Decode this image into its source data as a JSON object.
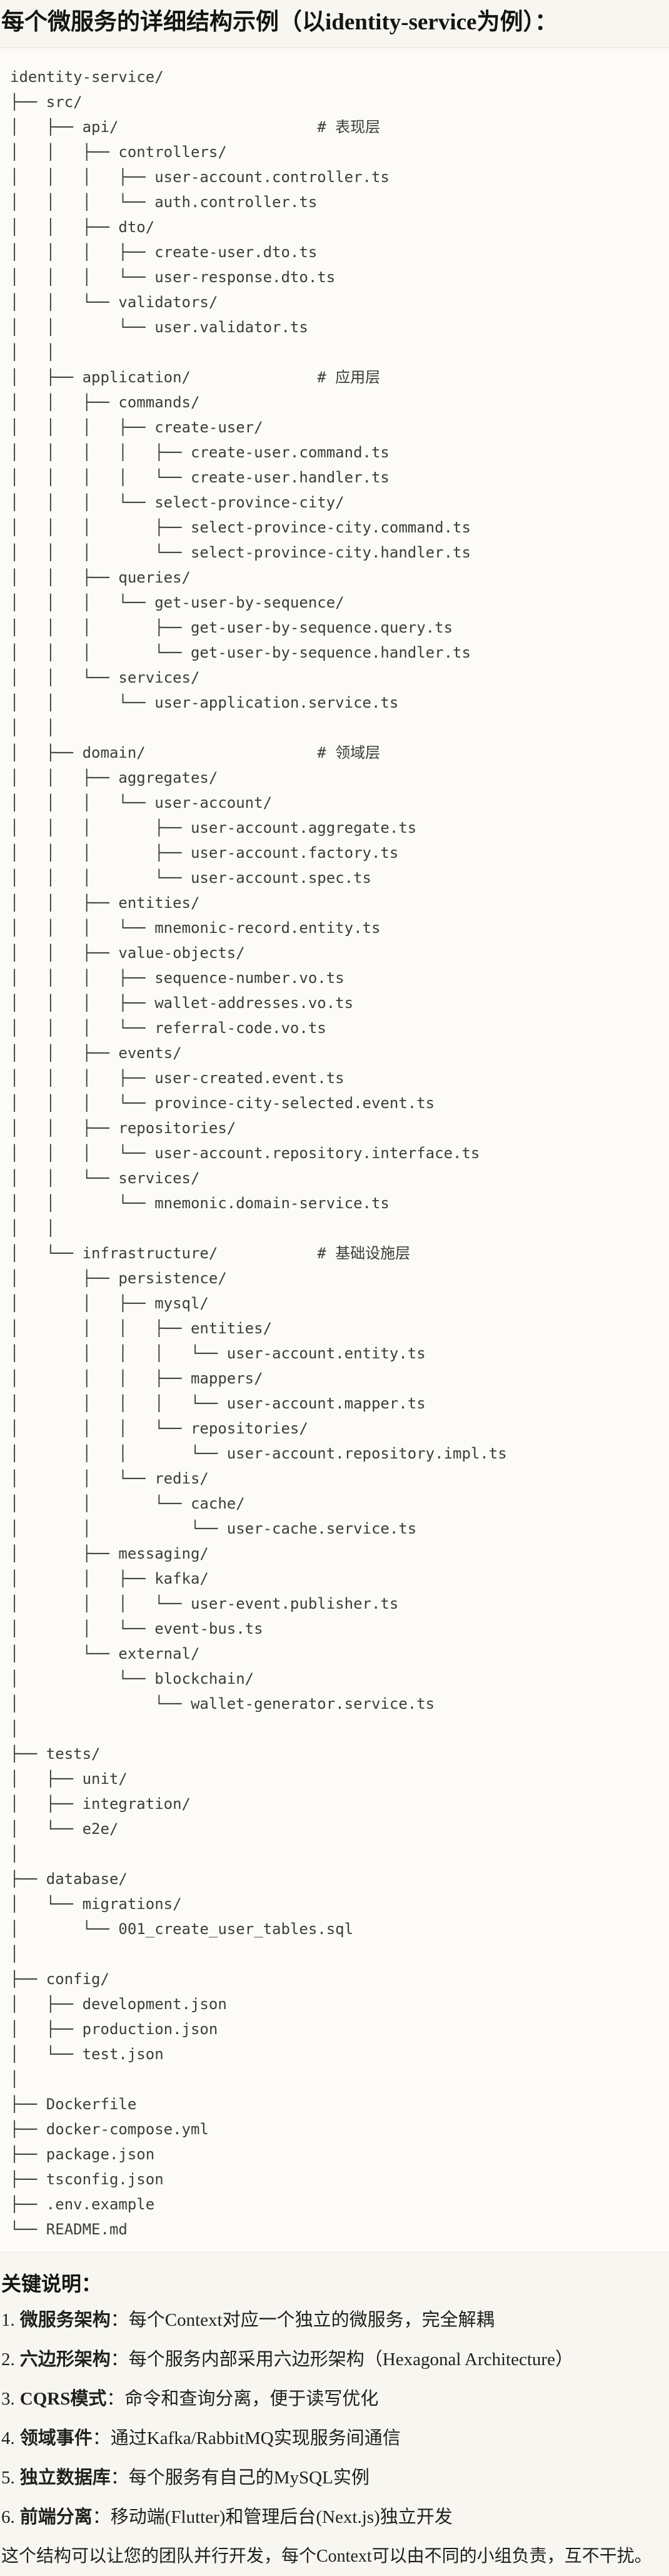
{
  "page": {
    "title": "每个微服务的详细结构示例（以identity-service为例）：",
    "colors": {
      "page_background": "#F7F6F0",
      "code_background": "#FCFBF7",
      "code_border": "#E8E6DE",
      "heading_text": "#151410",
      "body_text": "#21201C",
      "code_text": "#3D3C37"
    }
  },
  "code_block": {
    "root": "identity-service/",
    "layer_comments": [
      "# 表现层",
      "# 应用层",
      "# 领域层",
      "# 基础设施层"
    ],
    "lines": [
      "identity-service/",
      "├── src/",
      "│   ├── api/                      # 表现层",
      "│   │   ├── controllers/",
      "│   │   │   ├── user-account.controller.ts",
      "│   │   │   └── auth.controller.ts",
      "│   │   ├── dto/",
      "│   │   │   ├── create-user.dto.ts",
      "│   │   │   └── user-response.dto.ts",
      "│   │   └── validators/",
      "│   │       └── user.validator.ts",
      "│   │",
      "│   ├── application/              # 应用层",
      "│   │   ├── commands/",
      "│   │   │   ├── create-user/",
      "│   │   │   │   ├── create-user.command.ts",
      "│   │   │   │   └── create-user.handler.ts",
      "│   │   │   └── select-province-city/",
      "│   │   │       ├── select-province-city.command.ts",
      "│   │   │       └── select-province-city.handler.ts",
      "│   │   ├── queries/",
      "│   │   │   └── get-user-by-sequence/",
      "│   │   │       ├── get-user-by-sequence.query.ts",
      "│   │   │       └── get-user-by-sequence.handler.ts",
      "│   │   └── services/",
      "│   │       └── user-application.service.ts",
      "│   │",
      "│   ├── domain/                   # 领域层",
      "│   │   ├── aggregates/",
      "│   │   │   └── user-account/",
      "│   │   │       ├── user-account.aggregate.ts",
      "│   │   │       ├── user-account.factory.ts",
      "│   │   │       └── user-account.spec.ts",
      "│   │   ├── entities/",
      "│   │   │   └── mnemonic-record.entity.ts",
      "│   │   ├── value-objects/",
      "│   │   │   ├── sequence-number.vo.ts",
      "│   │   │   ├── wallet-addresses.vo.ts",
      "│   │   │   └── referral-code.vo.ts",
      "│   │   ├── events/",
      "│   │   │   ├── user-created.event.ts",
      "│   │   │   └── province-city-selected.event.ts",
      "│   │   ├── repositories/",
      "│   │   │   └── user-account.repository.interface.ts",
      "│   │   └── services/",
      "│   │       └── mnemonic.domain-service.ts",
      "│   │",
      "│   └── infrastructure/           # 基础设施层",
      "│       ├── persistence/",
      "│       │   ├── mysql/",
      "│       │   │   ├── entities/",
      "│       │   │   │   └── user-account.entity.ts",
      "│       │   │   ├── mappers/",
      "│       │   │   │   └── user-account.mapper.ts",
      "│       │   │   └── repositories/",
      "│       │   │       └── user-account.repository.impl.ts",
      "│       │   └── redis/",
      "│       │       └── cache/",
      "│       │           └── user-cache.service.ts",
      "│       ├── messaging/",
      "│       │   ├── kafka/",
      "│       │   │   └── user-event.publisher.ts",
      "│       │   └── event-bus.ts",
      "│       └── external/",
      "│           └── blockchain/",
      "│               └── wallet-generator.service.ts",
      "│",
      "├── tests/",
      "│   ├── unit/",
      "│   ├── integration/",
      "│   └── e2e/",
      "│",
      "├── database/",
      "│   └── migrations/",
      "│       └── 001_create_user_tables.sql",
      "│",
      "├── config/",
      "│   ├── development.json",
      "│   ├── production.json",
      "│   └── test.json",
      "│",
      "├── Dockerfile",
      "├── docker-compose.yml",
      "├── package.json",
      "├── tsconfig.json",
      "├── .env.example",
      "└── README.md"
    ]
  },
  "notes": {
    "heading": "关键说明：",
    "items": [
      {
        "number": "1.",
        "label": "微服务架构",
        "text": "：每个Context对应一个独立的微服务，完全解耦"
      },
      {
        "number": "2.",
        "label": "六边形架构",
        "text": "：每个服务内部采用六边形架构（Hexagonal Architecture）"
      },
      {
        "number": "3.",
        "label": "CQRS模式",
        "text": "：命令和查询分离，便于读写优化"
      },
      {
        "number": "4.",
        "label": "领域事件",
        "text": "：通过Kafka/RabbitMQ实现服务间通信"
      },
      {
        "number": "5.",
        "label": "独立数据库",
        "text": "：每个服务有自己的MySQL实例"
      },
      {
        "number": "6.",
        "label": "前端分离",
        "text": "：移动端(Flutter)和管理后台(Next.js)独立开发"
      }
    ]
  },
  "closing": "这个结构可以让您的团队并行开发，每个Context可以由不同的小组负责，互不干扰。"
}
